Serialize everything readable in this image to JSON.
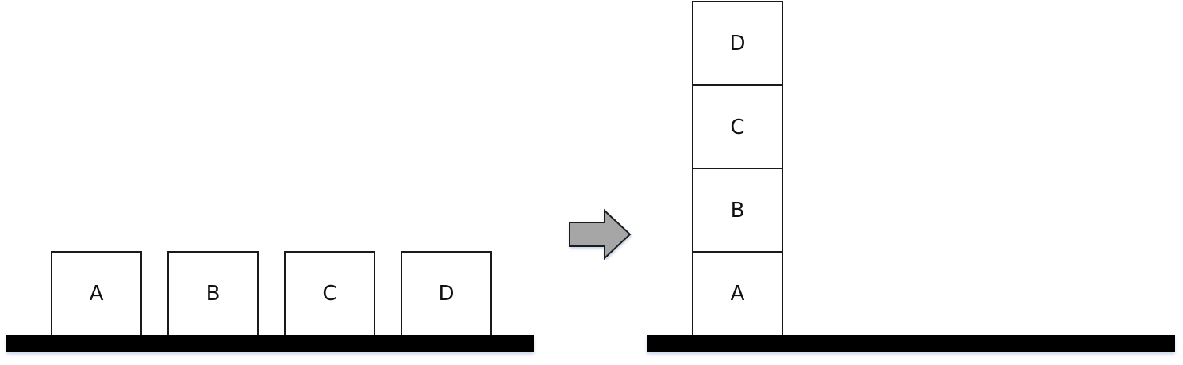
{
  "initial_state": {
    "blocks": [
      {
        "label": "A"
      },
      {
        "label": "B"
      },
      {
        "label": "C"
      },
      {
        "label": "D"
      }
    ]
  },
  "goal_state": {
    "stack_bottom_to_top": [
      {
        "label": "A"
      },
      {
        "label": "B"
      },
      {
        "label": "C"
      },
      {
        "label": "D"
      }
    ]
  },
  "colors": {
    "block_border": "#1a1a1a",
    "table": "#000000",
    "arrow_fill": "#a6a6a6",
    "arrow_stroke": "#1a1a1a"
  },
  "icons": {
    "transition": "right-arrow-icon"
  }
}
